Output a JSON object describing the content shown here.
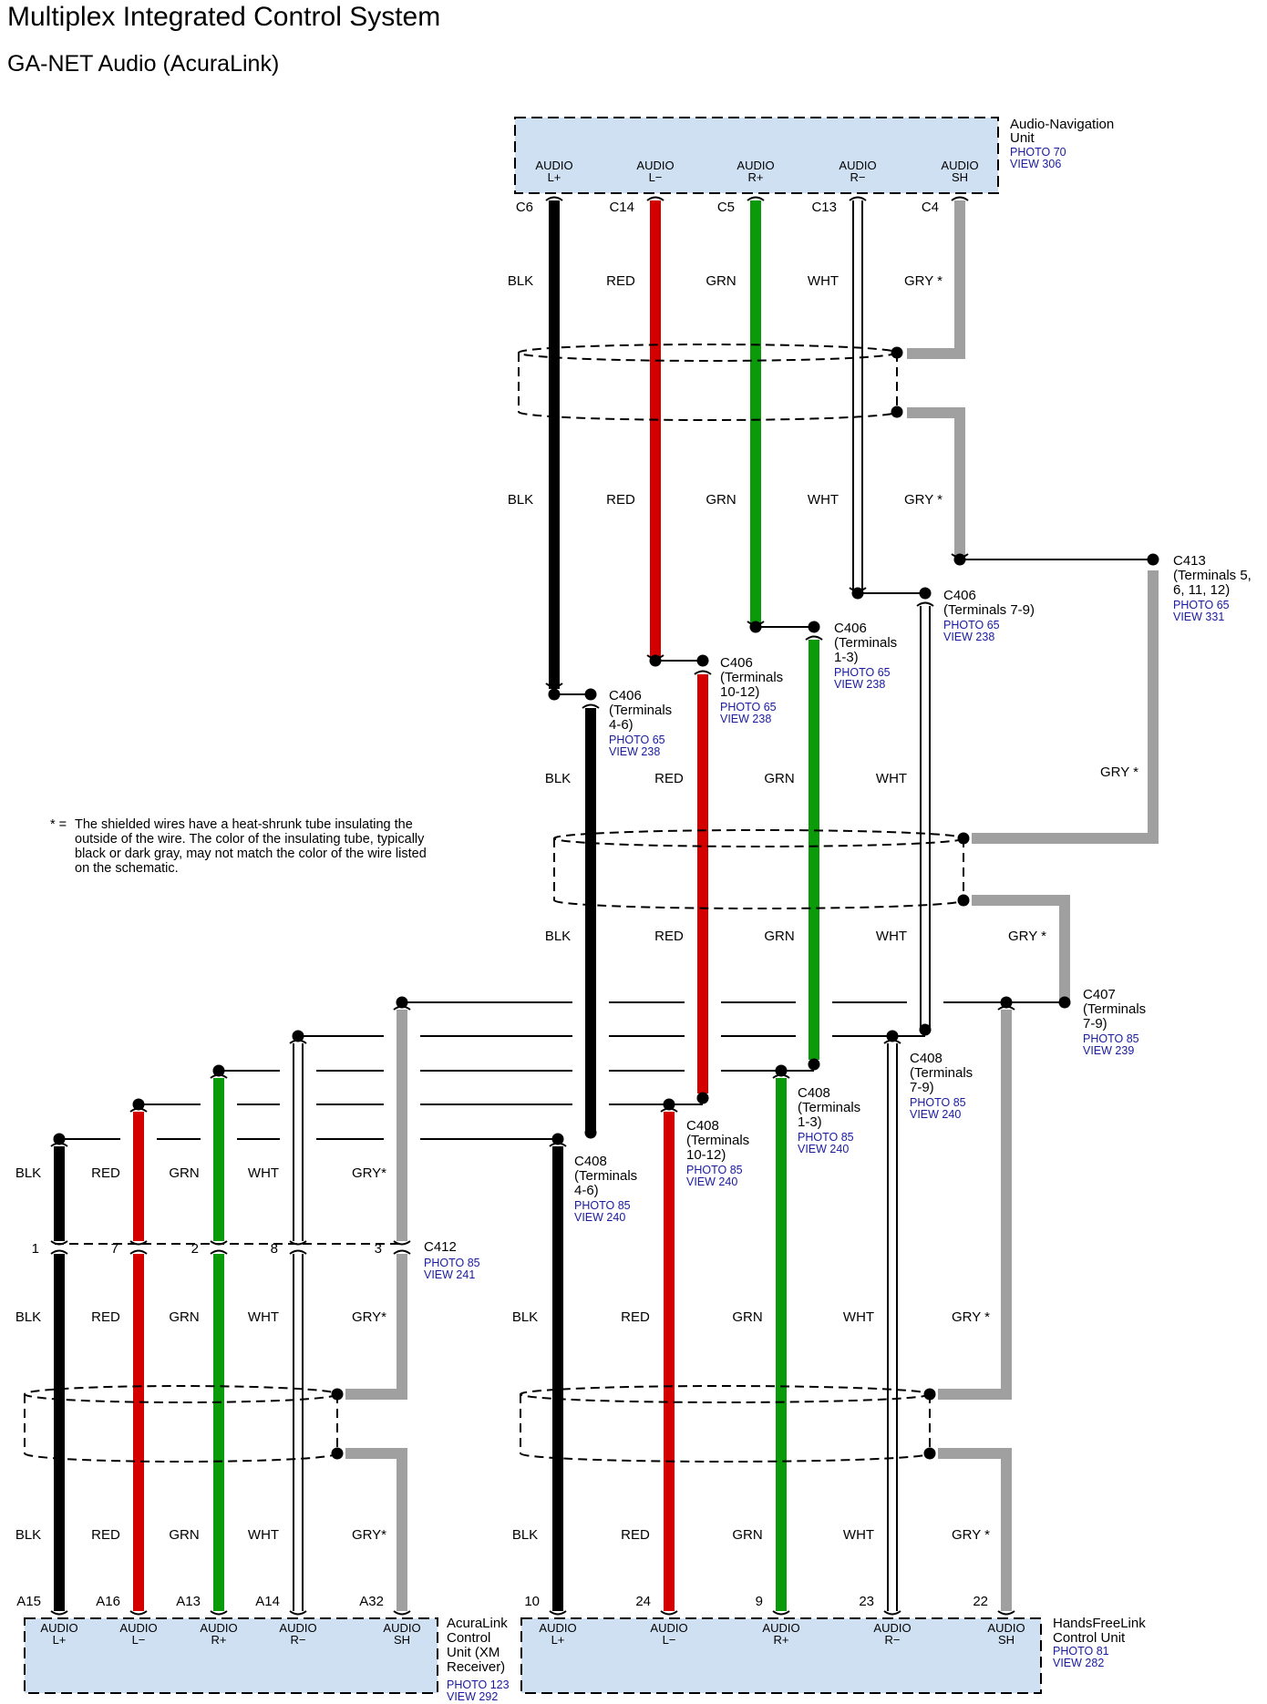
{
  "title": "Multiplex Integrated Control System",
  "subtitle": "GA-NET Audio (AcuraLink)",
  "footnote": {
    "mark": "* =",
    "text": "The shielded wires have a heat-shrunk tube insulating the outside of the wire. The color of the insulating tube, typically black or dark gray, may not match the color of the wire listed on the schematic."
  },
  "colors": {
    "BLK": "#000000",
    "RED": "#d40000",
    "GRN": "#0a9a0a",
    "WHT": "#ffffff",
    "GRY": "#a0a0a0",
    "unit_fill": "#cfe0f2",
    "ref_text": "#1a1aa0"
  },
  "units": {
    "nav": {
      "name": [
        "Audio-Navigation",
        "Unit"
      ],
      "refs": [
        "PHOTO 70",
        "VIEW 306"
      ],
      "pins": [
        {
          "label": [
            "AUDIO",
            "L+"
          ],
          "cavity": "C6"
        },
        {
          "label": [
            "AUDIO",
            "L−"
          ],
          "cavity": "C14"
        },
        {
          "label": [
            "AUDIO",
            "R+"
          ],
          "cavity": "C5"
        },
        {
          "label": [
            "AUDIO",
            "R−"
          ],
          "cavity": "C13"
        },
        {
          "label": [
            "AUDIO",
            "SH"
          ],
          "cavity": "C4"
        }
      ]
    },
    "acuralink": {
      "name": [
        "AcuraLink",
        "Control",
        "Unit (XM",
        "Receiver)"
      ],
      "refs": [
        "PHOTO 123",
        "VIEW 292"
      ],
      "pins": [
        {
          "label": [
            "AUDIO",
            "L+"
          ],
          "cavity": "A15"
        },
        {
          "label": [
            "AUDIO",
            "L−"
          ],
          "cavity": "A16"
        },
        {
          "label": [
            "AUDIO",
            "R+"
          ],
          "cavity": "A13"
        },
        {
          "label": [
            "AUDIO",
            "R−"
          ],
          "cavity": "A14"
        },
        {
          "label": [
            "AUDIO",
            "SH"
          ],
          "cavity": "A32"
        }
      ]
    },
    "handsfree": {
      "name": [
        "HandsFreeLink",
        "Control Unit"
      ],
      "refs": [
        "PHOTO 81",
        "VIEW 282"
      ],
      "pins": [
        {
          "label": [
            "AUDIO",
            "L+"
          ],
          "cavity": "10"
        },
        {
          "label": [
            "AUDIO",
            "L−"
          ],
          "cavity": "24"
        },
        {
          "label": [
            "AUDIO",
            "R+"
          ],
          "cavity": "9"
        },
        {
          "label": [
            "AUDIO",
            "R−"
          ],
          "cavity": "23"
        },
        {
          "label": [
            "AUDIO",
            "SH"
          ],
          "cavity": "22"
        }
      ]
    }
  },
  "wire_colors": {
    "blk": "BLK",
    "red": "RED",
    "grn": "GRN",
    "wht": "WHT",
    "gry": "GRY *",
    "gry_tight": "GRY*"
  },
  "connectors": {
    "c406_456": {
      "name": "C406",
      "terms": [
        "(Terminals",
        "4-6)"
      ],
      "refs": [
        "PHOTO 65",
        "VIEW 238"
      ]
    },
    "c406_1012": {
      "name": "C406",
      "terms": [
        "(Terminals",
        "10-12)"
      ],
      "refs": [
        "PHOTO 65",
        "VIEW 238"
      ]
    },
    "c406_13": {
      "name": "C406",
      "terms": [
        "(Terminals",
        "1-3)"
      ],
      "refs": [
        "PHOTO 65",
        "VIEW 238"
      ]
    },
    "c406_79": {
      "name": "C406",
      "terms": [
        "(Terminals 7-9)"
      ],
      "refs": [
        "PHOTO 65",
        "VIEW 238"
      ]
    },
    "c413": {
      "name": "C413",
      "terms": [
        "(Terminals 5,",
        "6, 11, 12)"
      ],
      "refs": [
        "PHOTO 65",
        "VIEW 331"
      ]
    },
    "c407": {
      "name": "C407",
      "terms": [
        "(Terminals",
        "7-9)"
      ],
      "refs": [
        "PHOTO 85",
        "VIEW 239"
      ]
    },
    "c408_79": {
      "name": "C408",
      "terms": [
        "(Terminals",
        "7-9)"
      ],
      "refs": [
        "PHOTO 85",
        "VIEW 240"
      ]
    },
    "c408_13": {
      "name": "C408",
      "terms": [
        "(Terminals",
        "1-3)"
      ],
      "refs": [
        "PHOTO 85",
        "VIEW 240"
      ]
    },
    "c408_1012": {
      "name": "C408",
      "terms": [
        "(Terminals",
        "10-12)"
      ],
      "refs": [
        "PHOTO 85",
        "VIEW 240"
      ]
    },
    "c408_456": {
      "name": "C408",
      "terms": [
        "(Terminals",
        "4-6)"
      ],
      "refs": [
        "PHOTO 85",
        "VIEW 240"
      ]
    },
    "c412": {
      "name": "C412",
      "terms": [],
      "refs": [
        "PHOTO 85",
        "VIEW 241"
      ],
      "pins": [
        "1",
        "7",
        "2",
        "8",
        "3"
      ]
    }
  }
}
